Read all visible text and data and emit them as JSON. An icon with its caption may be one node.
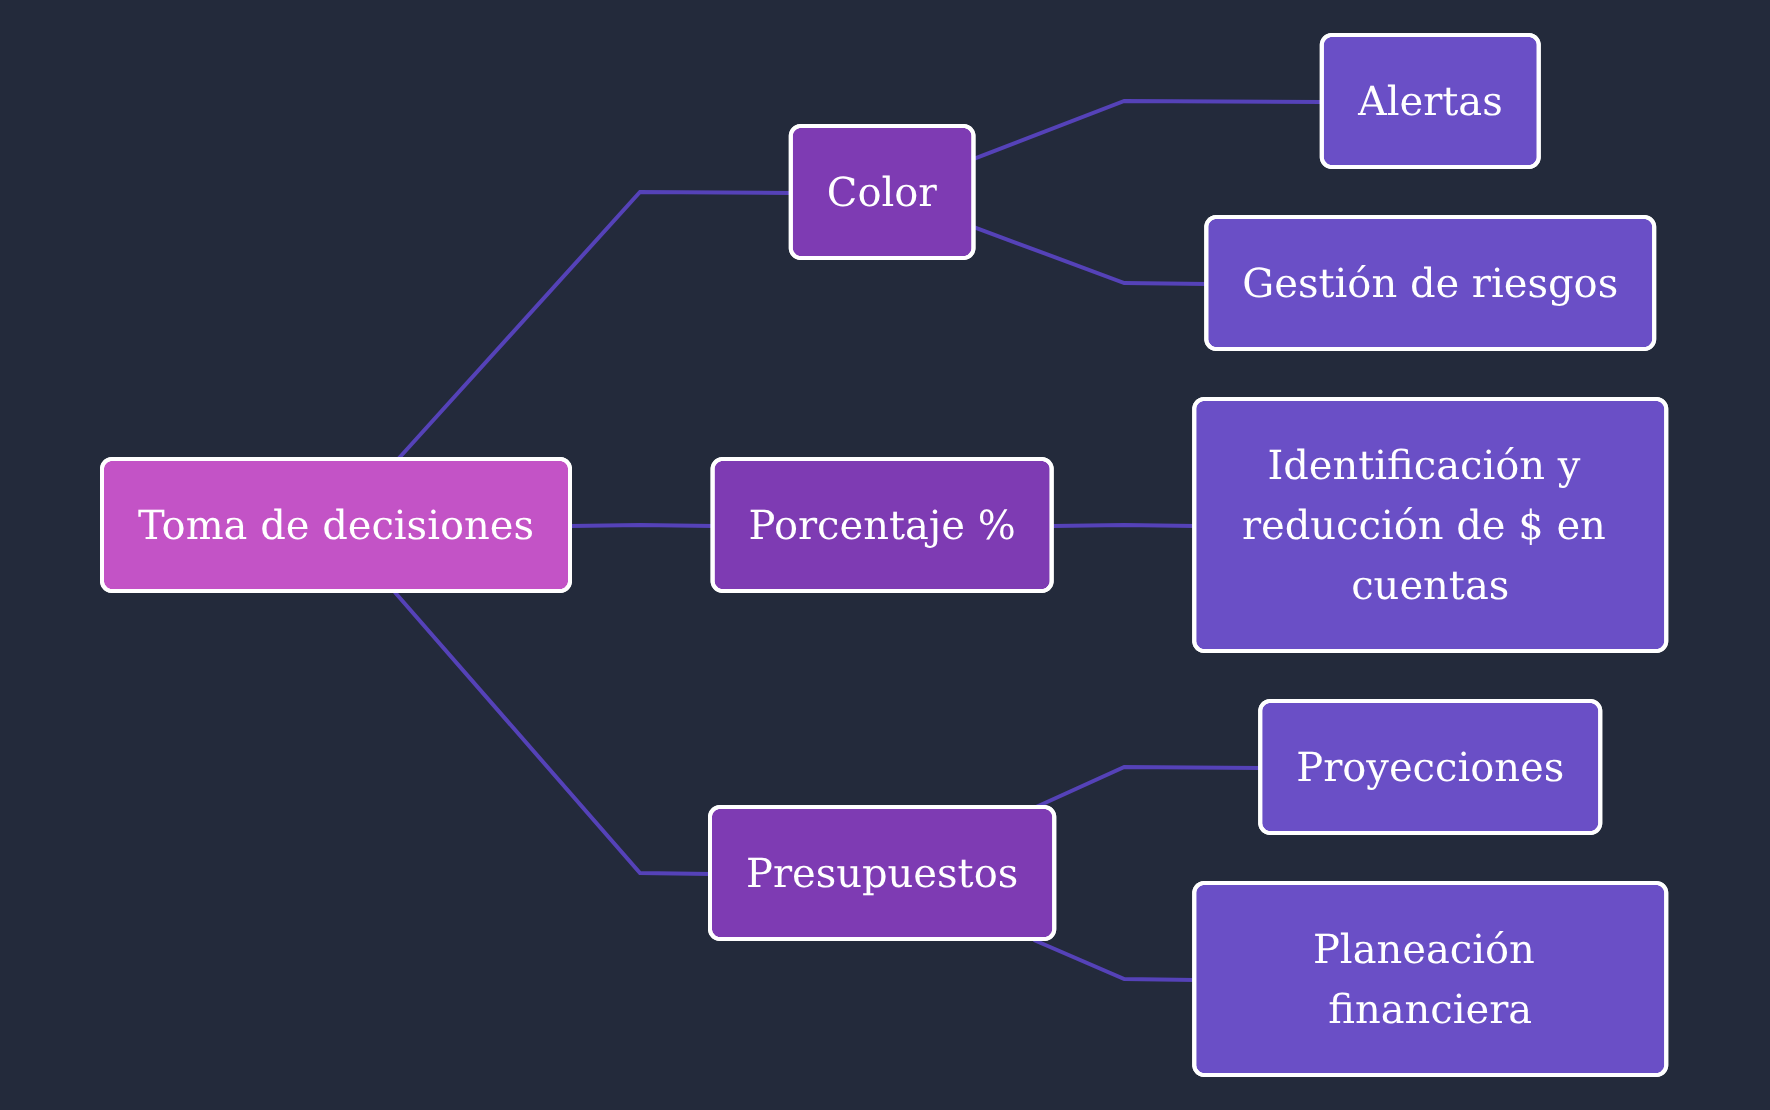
{
  "diagram": {
    "nodes": [
      {
        "text": [
          "Toma de decisiones"
        ]
      },
      {
        "text": [
          "Color"
        ]
      },
      {
        "text": [
          "Porcentaje %"
        ]
      },
      {
        "text": [
          "Presupuestos"
        ]
      },
      {
        "text": [
          "Alertas"
        ]
      },
      {
        "text": [
          "Gestión de riesgos"
        ]
      },
      {
        "text": [
          "Identificación y reducción de $ en cuentas"
        ]
      },
      {
        "text": [
          "Proyecciones"
        ]
      },
      {
        "text": [
          "Planeación financiera"
        ]
      }
    ],
    "edges": [
      {
        "from": 0,
        "to": 1,
        "arrow": "none"
      },
      {
        "from": 0,
        "to": 2,
        "arrow": "none"
      },
      {
        "from": 0,
        "to": 3,
        "arrow": "none"
      },
      {
        "from": 1,
        "to": 4,
        "arrow": "none"
      },
      {
        "from": 1,
        "to": 5,
        "arrow": "none"
      },
      {
        "from": 2,
        "to": 6,
        "arrow": "none"
      },
      {
        "from": 3,
        "to": 7,
        "arrow": "none"
      },
      {
        "from": 3,
        "to": 8,
        "arrow": "none"
      }
    ]
  }
}
